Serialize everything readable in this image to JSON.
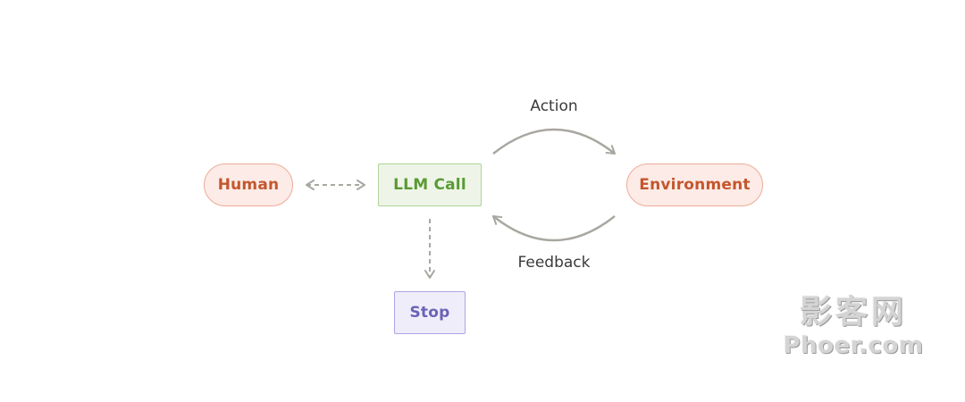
{
  "nodes": {
    "human": {
      "label": "Human",
      "fill": "#fcebe6",
      "border": "#eeab98",
      "text": "#c4562e"
    },
    "llm_call": {
      "label": "LLM Call",
      "fill": "#eef5e8",
      "border": "#aed49a",
      "text": "#5a9a34"
    },
    "environment": {
      "label": "Environment",
      "fill": "#fcebe6",
      "border": "#eeab98",
      "text": "#c4562e"
    },
    "stop": {
      "label": "Stop",
      "fill": "#efedfa",
      "border": "#aba6e2",
      "text": "#6a62b6"
    }
  },
  "edges": {
    "action_label": "Action",
    "feedback_label": "Feedback",
    "arrow_color": "#a9a7a1"
  },
  "watermark": {
    "cn": "影客网",
    "en": "Phoer.com"
  }
}
